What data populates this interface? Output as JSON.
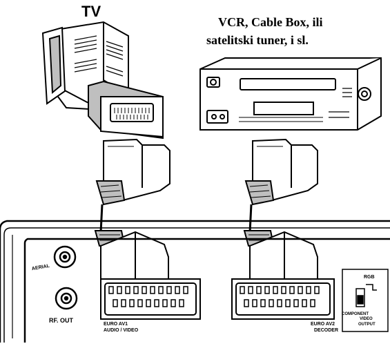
{
  "labels": {
    "tv": "TV",
    "vcr_line1": "VCR, Cable Box, ili",
    "vcr_line2": "satelitski tuner, i sl."
  },
  "panel": {
    "aerial": "AERIAL",
    "rf_out": "RF. OUT",
    "euro_av1_line1": "EURO AV1",
    "euro_av1_line2": "AUDIO / VIDEO",
    "euro_av2_line1": "EURO AV2",
    "euro_av2_line2": "DECODER",
    "switch_top": "RGB",
    "switch_component": "COMPONENT",
    "switch_video": "VIDEO",
    "switch_output": "OUTPUT"
  },
  "colors": {
    "line": "#000000",
    "background": "#ffffff",
    "shade": "#bfbfbf"
  }
}
